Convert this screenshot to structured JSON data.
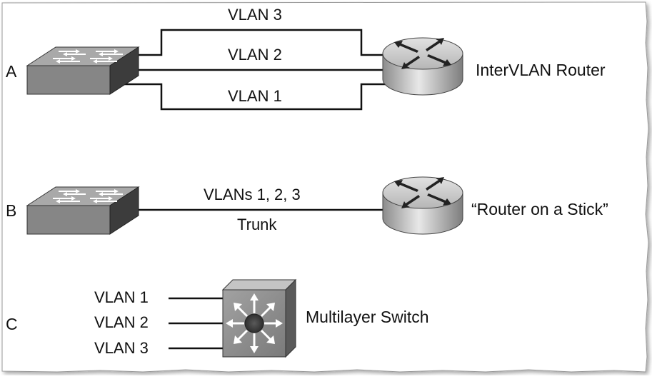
{
  "rows": {
    "a": {
      "letter": "A",
      "links": [
        {
          "label": "VLAN 3"
        },
        {
          "label": "VLAN 2"
        },
        {
          "label": "VLAN 1"
        }
      ],
      "device_label": "InterVLAN Router"
    },
    "b": {
      "letter": "B",
      "link_top_label": "VLANs 1, 2, 3",
      "link_bottom_label": "Trunk",
      "device_label": "“Router on a Stick”"
    },
    "c": {
      "letter": "C",
      "links": [
        {
          "label": "VLAN 1"
        },
        {
          "label": "VLAN 2"
        },
        {
          "label": "VLAN 3"
        }
      ],
      "device_label": "Multilayer Switch"
    }
  },
  "colors": {
    "line": "#111111",
    "switch_top": "#9a9a9a",
    "switch_front": "#7a7a7a",
    "switch_side": "#3a3a3a",
    "router_body": "#a8a8a8",
    "router_top": "#d8d8d8",
    "ml_switch_front": "#8f8f8f",
    "ml_switch_top": "#bdbdbd",
    "ml_switch_side": "#5a5a5a"
  },
  "icons": {
    "switch": "workgroup-switch-icon",
    "router": "router-icon",
    "multilayer_switch": "multilayer-switch-icon"
  }
}
